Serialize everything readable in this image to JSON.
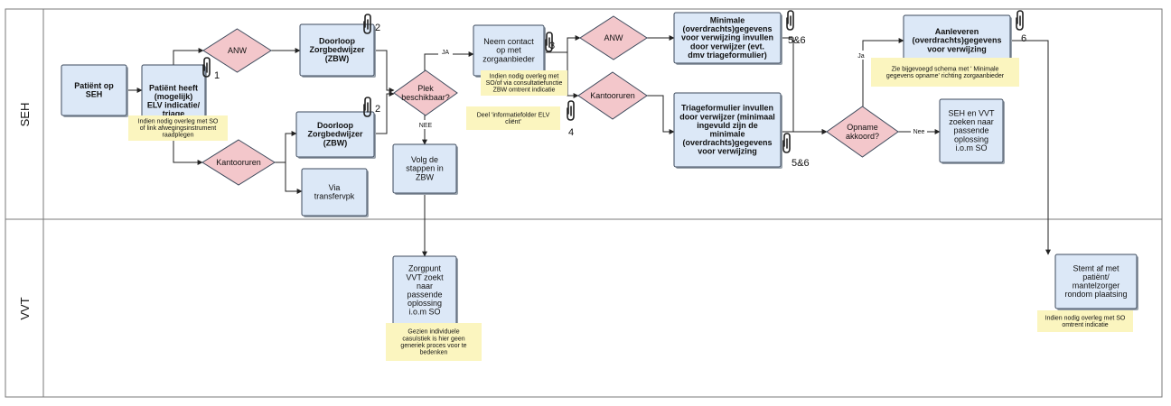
{
  "lanes": [
    {
      "id": "seh",
      "label": "SEH"
    },
    {
      "id": "vvt",
      "label": "VVT"
    }
  ],
  "nodes": {
    "patient_seh": {
      "lines": [
        "Patiënt  op",
        "SEH"
      ],
      "bold": true
    },
    "patient_elv": {
      "lines": [
        "Patiënt heeft",
        "(mogelijk)",
        "ELV indicatie/",
        "triage"
      ],
      "bold": true
    },
    "anw_1": {
      "lines": [
        "ANW"
      ]
    },
    "kantooruren_1": {
      "lines": [
        "Kantooruren"
      ]
    },
    "zbw_1": {
      "lines": [
        "Doorloop",
        "Zorgbedwijzer",
        "(ZBW)"
      ],
      "bold": true
    },
    "zbw_2": {
      "lines": [
        "Doorloop",
        "Zorgbedwijzer",
        "(ZBW)"
      ],
      "bold": true
    },
    "transfervpk": {
      "lines": [
        "Via",
        "transfervpk"
      ]
    },
    "plek": {
      "lines": [
        "Plek",
        "beschikbaar?"
      ]
    },
    "volg": {
      "lines": [
        "Volg de",
        "stappen in",
        "ZBW"
      ]
    },
    "contact": {
      "lines": [
        "Neem contact",
        "op met",
        "zorgaanbieder"
      ]
    },
    "anw_2": {
      "lines": [
        "ANW"
      ]
    },
    "kantooruren_2": {
      "lines": [
        "Kantooruren"
      ]
    },
    "minimale": {
      "lines": [
        "Minimale",
        "(overdrachts)gegevens",
        "voor verwijzing invullen",
        "door verwijzer (evt.",
        "dmv triageformulier)"
      ],
      "bold": true
    },
    "triage": {
      "lines": [
        "Triageformulier invullen",
        "door verwijzer (minimaal",
        "ingevuld zijn de",
        "minimale",
        "(overdrachts)gegevens",
        "voor verwijzing"
      ],
      "bold": true
    },
    "opname": {
      "lines": [
        "Opname",
        "akkoord?"
      ]
    },
    "aanleveren": {
      "lines": [
        "Aanleveren",
        "(overdrachts)gegevens",
        "voor verwijzing"
      ],
      "bold": true
    },
    "seh_vvt": {
      "lines": [
        "SEH en VVT",
        "zoeken naar",
        "passende",
        "oplossing",
        "i.o.m SO"
      ]
    },
    "zorgpunt": {
      "lines": [
        "Zorgpunt",
        "VVT zoekt",
        "naar",
        "passende",
        "oplossing",
        "i.o.m SO"
      ]
    },
    "stemt": {
      "lines": [
        "Stemt af met",
        "patiënt/",
        "mantelzorger",
        "rondom plaatsing"
      ]
    }
  },
  "notes": {
    "overleg_so": {
      "lines": [
        "Indien nodig overleg met SO",
        "of link afwegingsinstrument",
        "raadplegen"
      ]
    },
    "consultatie": {
      "lines": [
        "Indien nodig overleg met",
        "SO/of via consultatiefunctie",
        "ZBW omtrent indicatie"
      ]
    },
    "folder": {
      "lines": [
        "Deel 'informatiefolder ELV",
        "cliënt'"
      ]
    },
    "schema": {
      "lines": [
        "Zie bijgevoegd schema met ' Minimale",
        "gegevens opname' richting zorgaanbieder"
      ]
    },
    "casuistiek": {
      "lines": [
        "Gezien individuele",
        "casuïstiek is hier geen",
        "generiek proces voor te",
        "bedenken"
      ]
    },
    "overleg_so_2": {
      "lines": [
        "Indien nodig overleg met SO",
        "omtrent indicatie"
      ]
    }
  },
  "edge_labels": {
    "ja_1": "JA",
    "nee_1": "NEE",
    "ja_2": "Ja",
    "nee_2": "Nee"
  },
  "attachments": [
    {
      "id": "att_elv",
      "number": "1"
    },
    {
      "id": "att_zbw1",
      "number": "2"
    },
    {
      "id": "att_zbw2",
      "number": "2"
    },
    {
      "id": "att_contact",
      "number": "3"
    },
    {
      "id": "att_folder",
      "number": "4"
    },
    {
      "id": "att_min",
      "number": "5&6"
    },
    {
      "id": "att_triage",
      "number": "5&6"
    },
    {
      "id": "att_aanlev",
      "number": "6"
    }
  ],
  "colors": {
    "task_fill": "#dce8f7",
    "decision_fill": "#f3c7cb",
    "note_fill": "#fbf5bf",
    "line": "#222222",
    "lane_border": "#7a7a7a"
  }
}
